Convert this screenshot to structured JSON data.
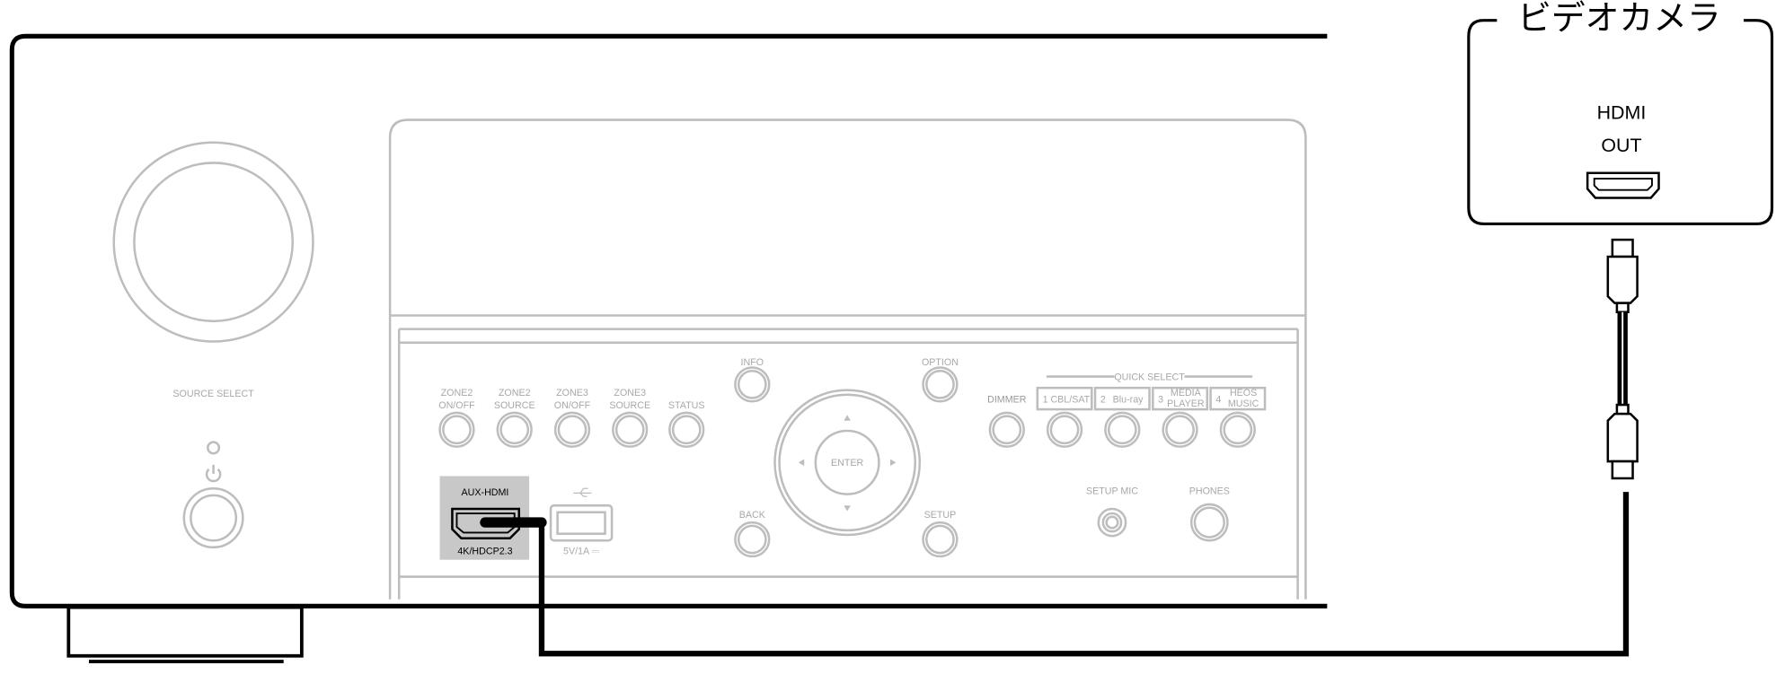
{
  "receiver": {
    "source_select": "SOURCE SELECT",
    "buttons": [
      {
        "l1": "ZONE2",
        "l2": "ON/OFF"
      },
      {
        "l1": "ZONE2",
        "l2": "SOURCE"
      },
      {
        "l1": "ZONE3",
        "l2": "ON/OFF"
      },
      {
        "l1": "ZONE3",
        "l2": "SOURCE"
      },
      {
        "l1": "",
        "l2": "STATUS"
      }
    ],
    "info": "INFO",
    "option": "OPTION",
    "enter": "ENTER",
    "back": "BACK",
    "setup": "SETUP",
    "dimmer": "DIMMER",
    "quick_select": "QUICK SELECT",
    "quick": [
      {
        "n": "1",
        "l1": "CBL/SAT",
        "l2": ""
      },
      {
        "n": "2",
        "l1": "Blu-ray",
        "l2": ""
      },
      {
        "n": "3",
        "l1": "MEDIA",
        "l2": "PLAYER"
      },
      {
        "n": "4",
        "l1": "HEOS",
        "l2": "MUSIC"
      }
    ],
    "setup_mic": "SETUP MIC",
    "phones": "PHONES",
    "aux_hdmi": "AUX-HDMI",
    "hdcp": "4K/HDCP2.3",
    "usb_power": "5V/1A ⎓"
  },
  "camera": {
    "title": "ビデオカメラ",
    "port_l1": "HDMI",
    "port_l2": "OUT"
  },
  "colors": {
    "panel_gray": "#bdbdbd",
    "aux_highlight": "#c8c8c8",
    "cable": "#000000"
  }
}
